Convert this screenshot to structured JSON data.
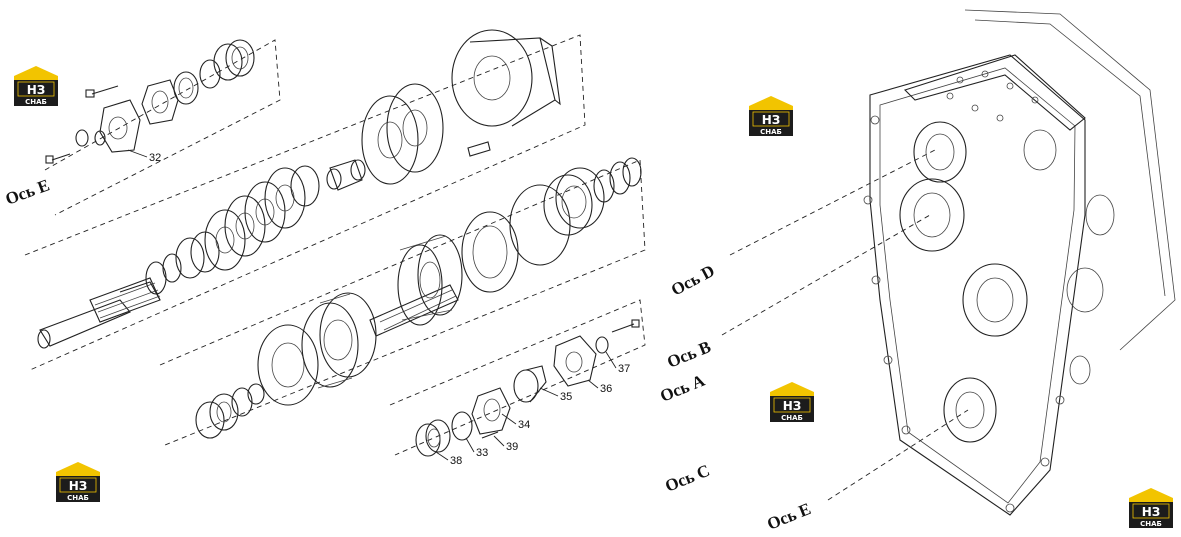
{
  "logo": {
    "main": "НЗ",
    "sub": "СНАБ",
    "colors": {
      "roof": "#f2c400",
      "body": "#1c1c1c",
      "text": "#ffffff"
    }
  },
  "axes": {
    "left_e": "Ось E",
    "d": "Ось D",
    "b": "Ось B",
    "a": "Ось A",
    "c": "Ось C",
    "e": "Ось E"
  },
  "callouts": {
    "c32": "32",
    "c33": "33",
    "c34": "34",
    "c35": "35",
    "c36": "36",
    "c37": "37",
    "c38": "38",
    "c39": "39"
  }
}
